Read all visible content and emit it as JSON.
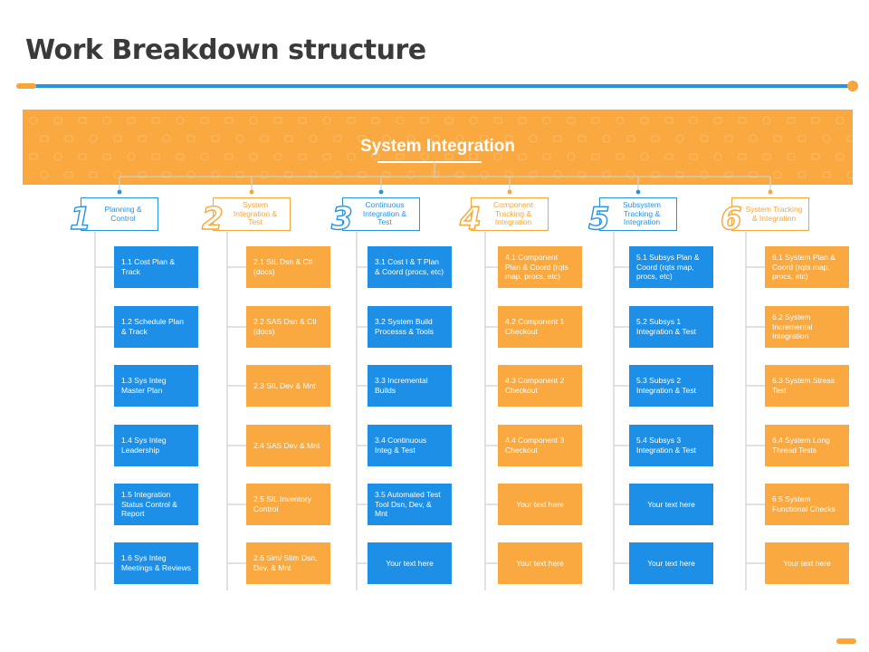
{
  "slide": {
    "title": "Work Breakdown structure",
    "root": "System Integration"
  },
  "colors": {
    "blue": "#1e8fe6",
    "orange": "#f9a93f",
    "line": "#cfcfcf",
    "rule": "#2a93e0"
  },
  "columns": [
    {
      "number": "1",
      "color": "blue",
      "header": "Planning & Control",
      "tasks": [
        "1.1 Cost Plan & Track",
        "1.2 Schedule Plan & Track",
        "1.3 Sys Integ Master Plan",
        "1.4 Sys Integ Leadership",
        "1.5 Integration Status Control & Report",
        "1.6 Sys Integ Meetings & Reviews"
      ]
    },
    {
      "number": "2",
      "color": "orange",
      "header": "System Integration & Test",
      "tasks": [
        "2.1 SIL Dsn & Ctl (docs)",
        "2.2 SAS Dsn & Ctl (docs)",
        "2.3 SIL Dev & Mnt",
        "2.4 SAS Dev & Mnt",
        "2.5 SIL Inventory Control",
        "2.6 Sim/ Stim Dsn, Dev, & Mnt"
      ]
    },
    {
      "number": "3",
      "color": "blue",
      "header": "Continuous Integration & Test",
      "tasks": [
        "3.1 Cost I & T Plan & Coord (procs, etc)",
        "3.2 System Build Processs & Tools",
        "3.3 Incremental Builds",
        "3.4 Continuous Integ & Test",
        "3.5 Automated Test Tool Dsn, Dev, & Mnt",
        "Your text here"
      ]
    },
    {
      "number": "4",
      "color": "orange",
      "header": "Component Tracking & Integration",
      "tasks": [
        "4.1 Component Plan & Coord (rqts map, procs, etc)",
        "4.2 Component 1 Checkout",
        "4.3 Component 2 Checkout",
        "4.4 Component 3 Checkout",
        "Your text here",
        "Your text here"
      ]
    },
    {
      "number": "5",
      "color": "blue",
      "header": "Subsystem Tracking & Integration",
      "tasks": [
        "5.1 Subsys Plan & Coord (rqts map, procs, etc)",
        "5.2 Subsys 1 Integration & Test",
        "5.3 Subsys 2 Integration & Test",
        "5.4 Subsys 3 Integration & Test",
        "Your text here",
        "Your text here"
      ]
    },
    {
      "number": "6",
      "color": "orange",
      "header": "System Tracking & Integration",
      "tasks": [
        "6.1 System Plan & Coord (rqts map, procs, etc)",
        "6.2 System Incremental Integration",
        "6.3 System Stress Test",
        "6.4 System Long Thread Tests",
        "6.5 System Functional Checks",
        "Your text here"
      ]
    }
  ]
}
